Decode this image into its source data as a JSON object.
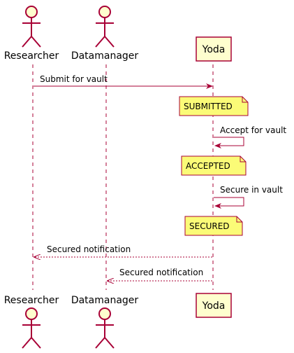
{
  "colors": {
    "line": "#A80036",
    "actor_fill": "#FEFECE",
    "note_fill": "#FBFB77",
    "note_border": "#A80036",
    "participant_fill": "#FEFECE"
  },
  "actors": {
    "researcher": "Researcher",
    "datamanager": "Datamanager",
    "yoda": "Yoda"
  },
  "messages": [
    "Submit for vault",
    "Accept for vault",
    "Secure in vault",
    "Secured notification",
    "Secured notification"
  ],
  "notes": [
    "SUBMITTED",
    "ACCEPTED",
    "SECURED"
  ]
}
